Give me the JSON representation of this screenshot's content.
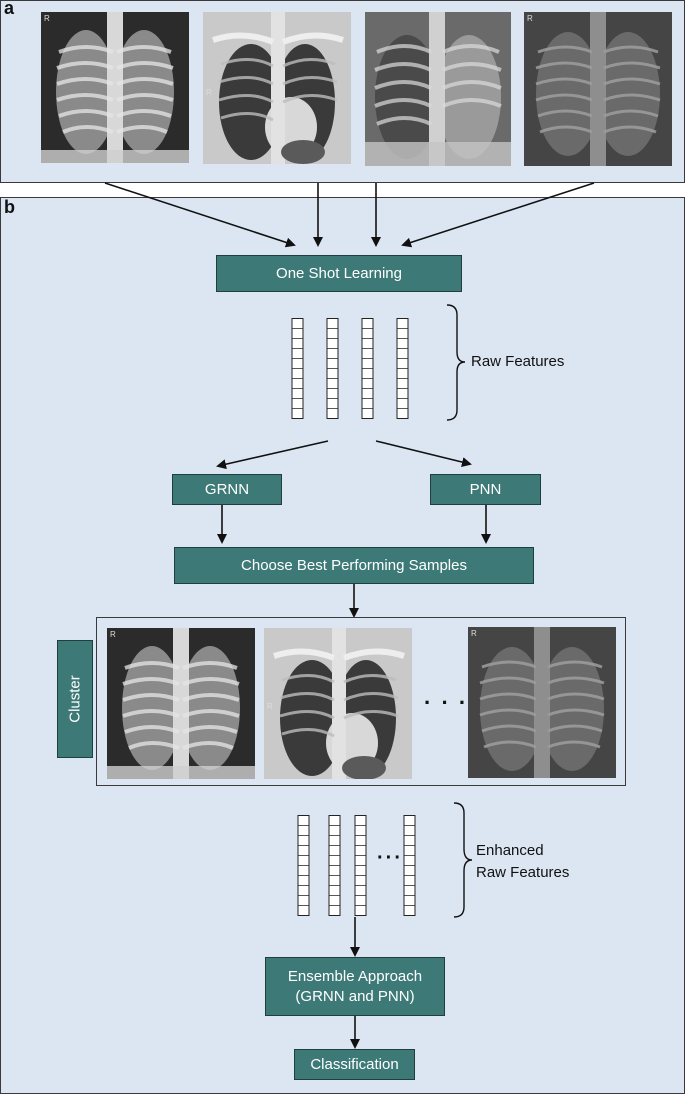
{
  "panel_a": {
    "label": "a"
  },
  "panel_b": {
    "label": "b"
  },
  "top_images": [
    {
      "name": "xray-1",
      "tag": "R"
    },
    {
      "name": "xray-2",
      "tag": "R"
    },
    {
      "name": "xray-3",
      "tag": ""
    },
    {
      "name": "xray-4",
      "tag": "R"
    }
  ],
  "flow": {
    "one_shot": "One Shot Learning",
    "raw_features": "Raw Features",
    "grnn": "GRNN",
    "pnn": "PNN",
    "choose_best": "Choose Best Performing Samples",
    "cluster": "Cluster",
    "ellipsis": "· · ·",
    "feature_ellipsis": "···",
    "enhanced_1": "Enhanced",
    "enhanced_2": "Raw Features",
    "ensemble_1": "Ensemble Approach",
    "ensemble_2": "(GRNN and PNN)",
    "classification": "Classification"
  },
  "colors": {
    "panel_bg": "#dce6f2",
    "box_fill": "#3d7a77",
    "box_border": "#1f3e3c",
    "text_on_box": "#ffffff"
  }
}
